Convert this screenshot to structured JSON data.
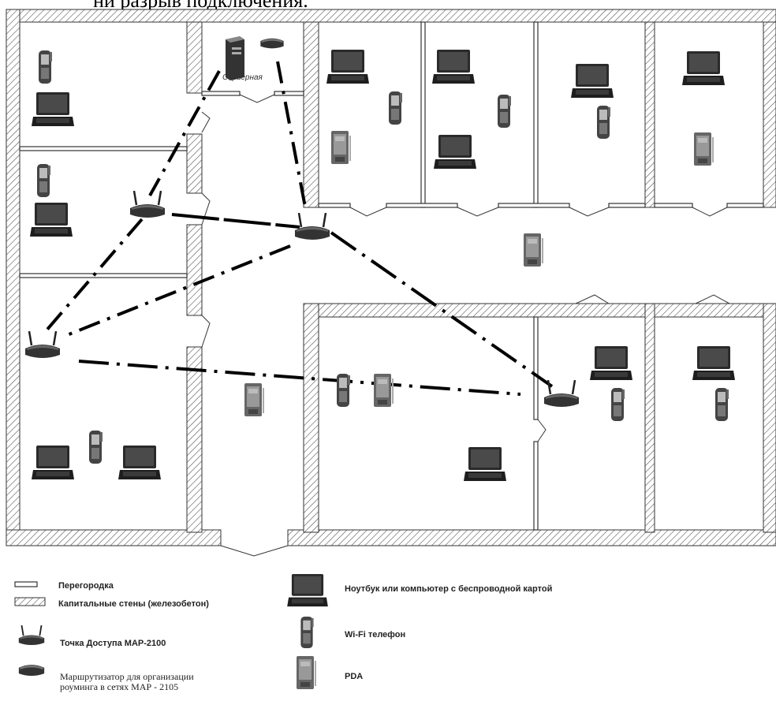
{
  "caption_fragment": "ни разрыв подключения.",
  "server_room_label": "Серверная",
  "legend": {
    "partition": "Перегородка",
    "capital_walls": "Капитальные стены (железобетон)",
    "access_point": "Точка Доступа МАР-2100",
    "router_line1": "Маршрутизатор для организации",
    "router_line2": "роуминга в сетях МАР - 2105",
    "laptop": "Ноутбук или компьютер с беспроводной картой",
    "wifi_phone": "Wi-Fi телефон",
    "pda": "PDA"
  }
}
